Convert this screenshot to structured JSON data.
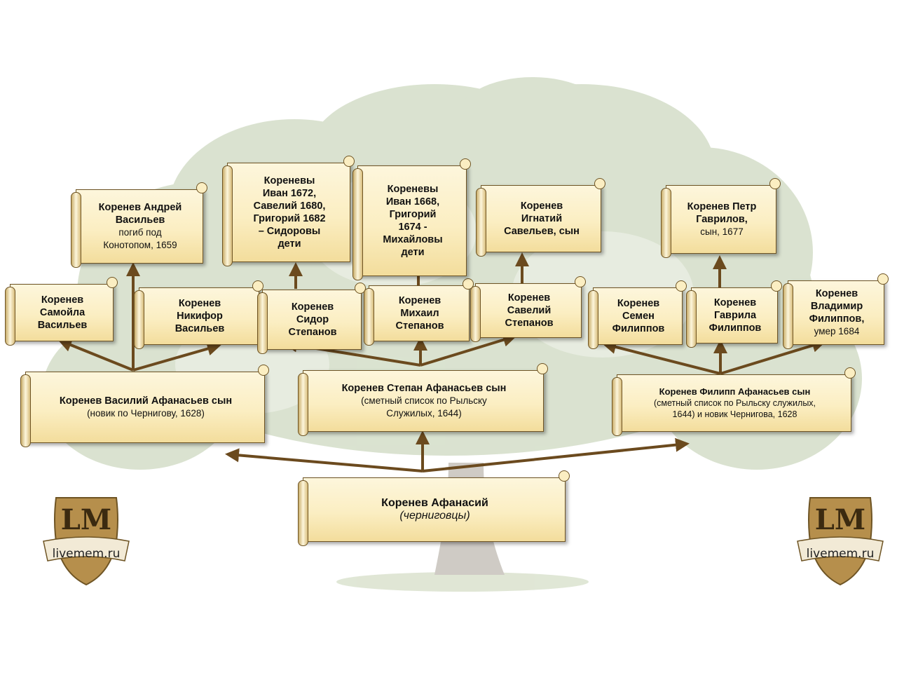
{
  "root": {
    "line1": "Коренев Афанасий",
    "line2": "(черниговцы)"
  },
  "sons": {
    "vasily": {
      "line1": "Коренев Василий Афанасьев сын",
      "line2": "(новик по Чернигову, 1628)"
    },
    "stepan": {
      "line1": "Коренев Степан Афанасьев сын",
      "line2": "(сметный список по Рыльску",
      "line3": "Служилых, 1644)"
    },
    "filipp": {
      "line1": "Коренев Филипп  Афанасьев сын",
      "line2": "(сметный список по Рыльску служилых,",
      "line3": "1644) и новик Чернигова, 1628"
    }
  },
  "grandsons": {
    "samoila": {
      "line1": "Коренев",
      "line2": "Самойла",
      "line3": "Васильев"
    },
    "andrey": {
      "line1": "Коренев Андрей",
      "line2": "Васильев",
      "line3": "погиб под",
      "line4": "Конотопом, 1659"
    },
    "nikifor": {
      "line1": "Коренев",
      "line2": "Никифор",
      "line3": "Васильев"
    },
    "sidor": {
      "line1": "Коренев",
      "line2": "Сидор",
      "line3": "Степанов"
    },
    "mikhail": {
      "line1": "Коренев",
      "line2": "Михаил",
      "line3": "Степанов"
    },
    "saveliy": {
      "line1": "Коренев",
      "line2": "Савелий",
      "line3": "Степанов"
    },
    "semen": {
      "line1": "Коренев",
      "line2": "Семен",
      "line3": "Филиппов"
    },
    "gavrila": {
      "line1": "Коренев",
      "line2": "Гаврила",
      "line3": "Филиппов"
    },
    "vladimir": {
      "line1": "Коренев",
      "line2": "Владимир",
      "line3": "Филиппов,",
      "line4": "умер 1684"
    }
  },
  "greatgrandsons": {
    "sidorovy": {
      "line1": "Кореневы",
      "line2": "Иван  1672,",
      "line3": "Савелий 1680,",
      "line4": "Григорий 1682",
      "line5": "– Сидоровы",
      "line6": "дети"
    },
    "mikhailovy": {
      "line1": "Кореневы",
      "line2": "Иван 1668,",
      "line3": "Григорий",
      "line4": "1674 -",
      "line5": "Михайловы",
      "line6": "дети"
    },
    "ignatiy": {
      "line1": "Коренев",
      "line2": "Игнатий",
      "line3": "Савельев, сын"
    },
    "petr": {
      "line1": "Коренев Петр",
      "line2": "Гаврилов,",
      "line3": "сын, 1677"
    }
  },
  "logos": {
    "left": {
      "monogram": "LM",
      "text": "livemem.ru"
    },
    "right": {
      "monogram": "LM",
      "text": "livemem.ru"
    }
  },
  "colors": {
    "arrow": "#6b4a1e",
    "scroll": "#fbeec2",
    "scroll_border": "#6e5424",
    "tree_leaves": "#c9d6b8",
    "tree_trunk": "#b9b2a6",
    "logo_shield": "#b68f4c"
  }
}
